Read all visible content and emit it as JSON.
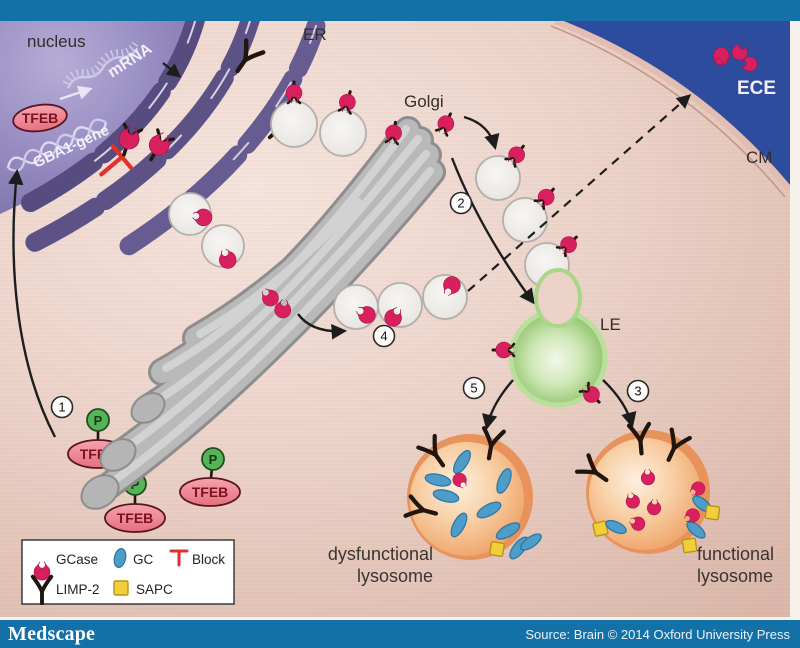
{
  "branding": {
    "logo": "Medscape",
    "source": "Source: Brain © 2014 Oxford University Press"
  },
  "labels": {
    "nucleus": "nucleus",
    "mrna": "mRNA",
    "gene": "GBA1-gene",
    "tfeb": "TFEB",
    "phospho": "P",
    "er": "ER",
    "golgi": "Golgi",
    "ece": "ECE",
    "cm": "CM",
    "le": "LE",
    "dysfunctional_1": "dysfunctional",
    "dysfunctional_2": "lysosome",
    "functional_1": "functional",
    "functional_2": "lysosome"
  },
  "steps": [
    "1",
    "2",
    "3",
    "4",
    "5"
  ],
  "legend": {
    "items": [
      {
        "icon": "gcase-crescent-icon",
        "label": "GCase"
      },
      {
        "icon": "gc-lipid-icon",
        "label": "GC"
      },
      {
        "icon": "block-icon",
        "label": "Block"
      },
      {
        "icon": "limp2-receptor-icon",
        "label": "LIMP-2"
      },
      {
        "icon": "sapc-icon",
        "label": "SAPC"
      }
    ]
  },
  "colors": {
    "bar-blue": "#1371a7",
    "ece-blue": "#2e4c9d",
    "gcase": "#d8205f",
    "gc-blue": "#4e9cc8",
    "sapc-yellow": "#f2cf3a",
    "block-red": "#e23128",
    "tfeb-pink": "#ee8691",
    "p-green": "#55b457",
    "envelope-purple": "#5c5286",
    "le-green": "#7cb95c",
    "lyso-orange": "#e8935c",
    "ink": "#1d1d1d"
  }
}
